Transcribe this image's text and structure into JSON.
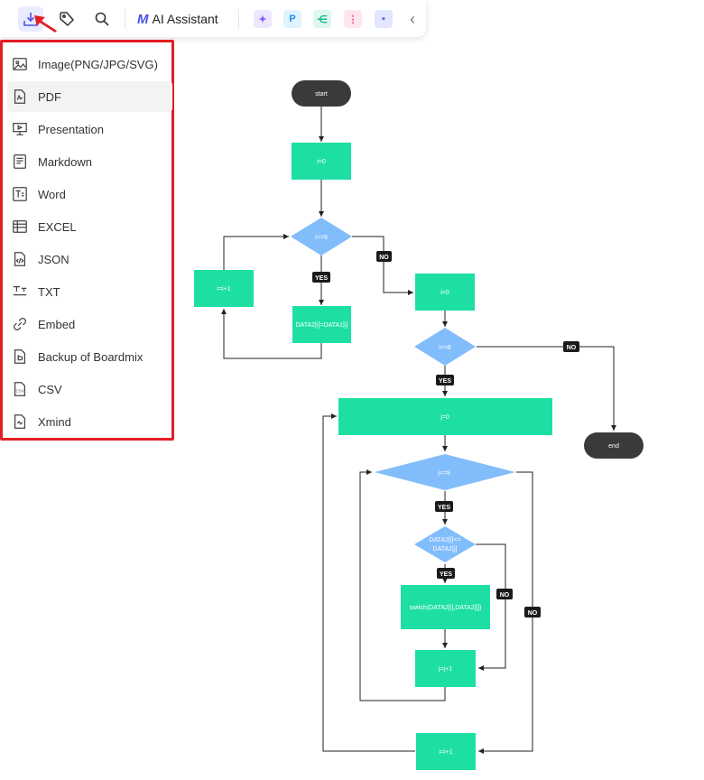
{
  "toolbar": {
    "ai_label": "AI Assistant",
    "ai_logo": "M",
    "apps": [
      {
        "name": "image-gen-app-icon",
        "glyph": "✦",
        "bg": "#ece6ff",
        "color": "#8a5cf5"
      },
      {
        "name": "presentation-app-icon",
        "glyph": "P",
        "bg": "#e0f3ff",
        "color": "#1a8ff0"
      },
      {
        "name": "mindmap-app-icon",
        "glyph": "⋲",
        "bg": "#dff7f0",
        "color": "#11b88a"
      },
      {
        "name": "flow-app-icon",
        "glyph": "⋮",
        "bg": "#ffe6ee",
        "color": "#f0508a"
      },
      {
        "name": "chat-app-icon",
        "glyph": "▪",
        "bg": "#e3e6ff",
        "color": "#5561f0"
      }
    ],
    "collapse": "‹"
  },
  "export_menu": {
    "items": [
      {
        "label": "Image(PNG/JPG/SVG)",
        "icon": "image-icon"
      },
      {
        "label": "PDF",
        "icon": "pdf-file-icon"
      },
      {
        "label": "Presentation",
        "icon": "presentation-icon"
      },
      {
        "label": "Markdown",
        "icon": "markdown-icon"
      },
      {
        "label": "Word",
        "icon": "word-icon"
      },
      {
        "label": "EXCEL",
        "icon": "excel-icon"
      },
      {
        "label": "JSON",
        "icon": "json-icon"
      },
      {
        "label": "TXT",
        "icon": "txt-icon"
      },
      {
        "label": "Embed",
        "icon": "embed-link-icon"
      },
      {
        "label": "Backup of Boardmix",
        "icon": "boardmix-backup-icon"
      },
      {
        "label": "CSV",
        "icon": "csv-icon"
      },
      {
        "label": "Xmind",
        "icon": "xmind-icon"
      }
    ]
  },
  "flowchart": {
    "colors": {
      "process": "#1ddfa3",
      "decision": "#82bdfb",
      "terminal": "#3a3a3a",
      "line": "#222222",
      "badge": "#1a1a1a"
    },
    "nodes": {
      "start": "start",
      "i0": "i=0",
      "d1": "i<=9",
      "i_inc1": "i=i+1",
      "assign": "DATA2[i]=DATA1[i]",
      "i0b": "i=0",
      "d2": "i<=8",
      "end": "end",
      "j0": "j=0",
      "d3": "j<=9",
      "d4_line1": "DATA2[i]<=",
      "d4_line2": "DATA2[j]",
      "switch": "switch(DATA2[i],DATA2[j])",
      "j_inc": "j=j+1",
      "i_inc2": "i=i+1"
    },
    "badges": {
      "no1": "NO",
      "yes1": "YES",
      "no2": "NO",
      "yes2": "YES",
      "yes3": "YES",
      "yes4": "YES",
      "no3": "NO",
      "no4": "NO"
    }
  }
}
